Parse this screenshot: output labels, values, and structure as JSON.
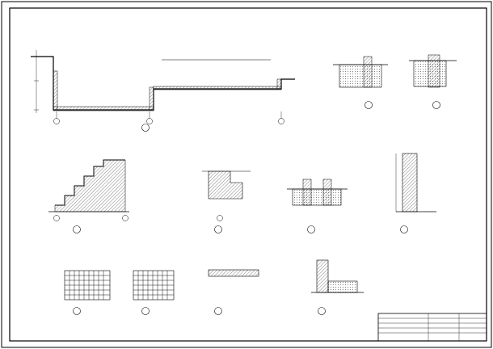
{
  "title_block": {
    "project_name": "",
    "drawing_title": "",
    "drawing_no": "",
    "scale": "",
    "date": ""
  },
  "details": [
    {
      "id": "detail-1",
      "mark": "",
      "scale": ""
    },
    {
      "id": "detail-2",
      "mark": "",
      "scale": ""
    },
    {
      "id": "detail-3",
      "mark": "",
      "scale": ""
    },
    {
      "id": "detail-4",
      "mark": "",
      "scale": ""
    },
    {
      "id": "detail-5",
      "mark": "",
      "scale": ""
    },
    {
      "id": "detail-6",
      "mark": "",
      "scale": ""
    },
    {
      "id": "detail-7",
      "mark": "",
      "scale": ""
    },
    {
      "id": "detail-8",
      "mark": "",
      "scale": ""
    },
    {
      "id": "detail-9",
      "mark": "",
      "scale": ""
    },
    {
      "id": "detail-10",
      "mark": "",
      "scale": ""
    },
    {
      "id": "detail-11",
      "mark": "",
      "scale": ""
    },
    {
      "id": "detail-12",
      "mark": "",
      "scale": ""
    },
    {
      "id": "detail-13",
      "mark": "",
      "scale": ""
    }
  ]
}
